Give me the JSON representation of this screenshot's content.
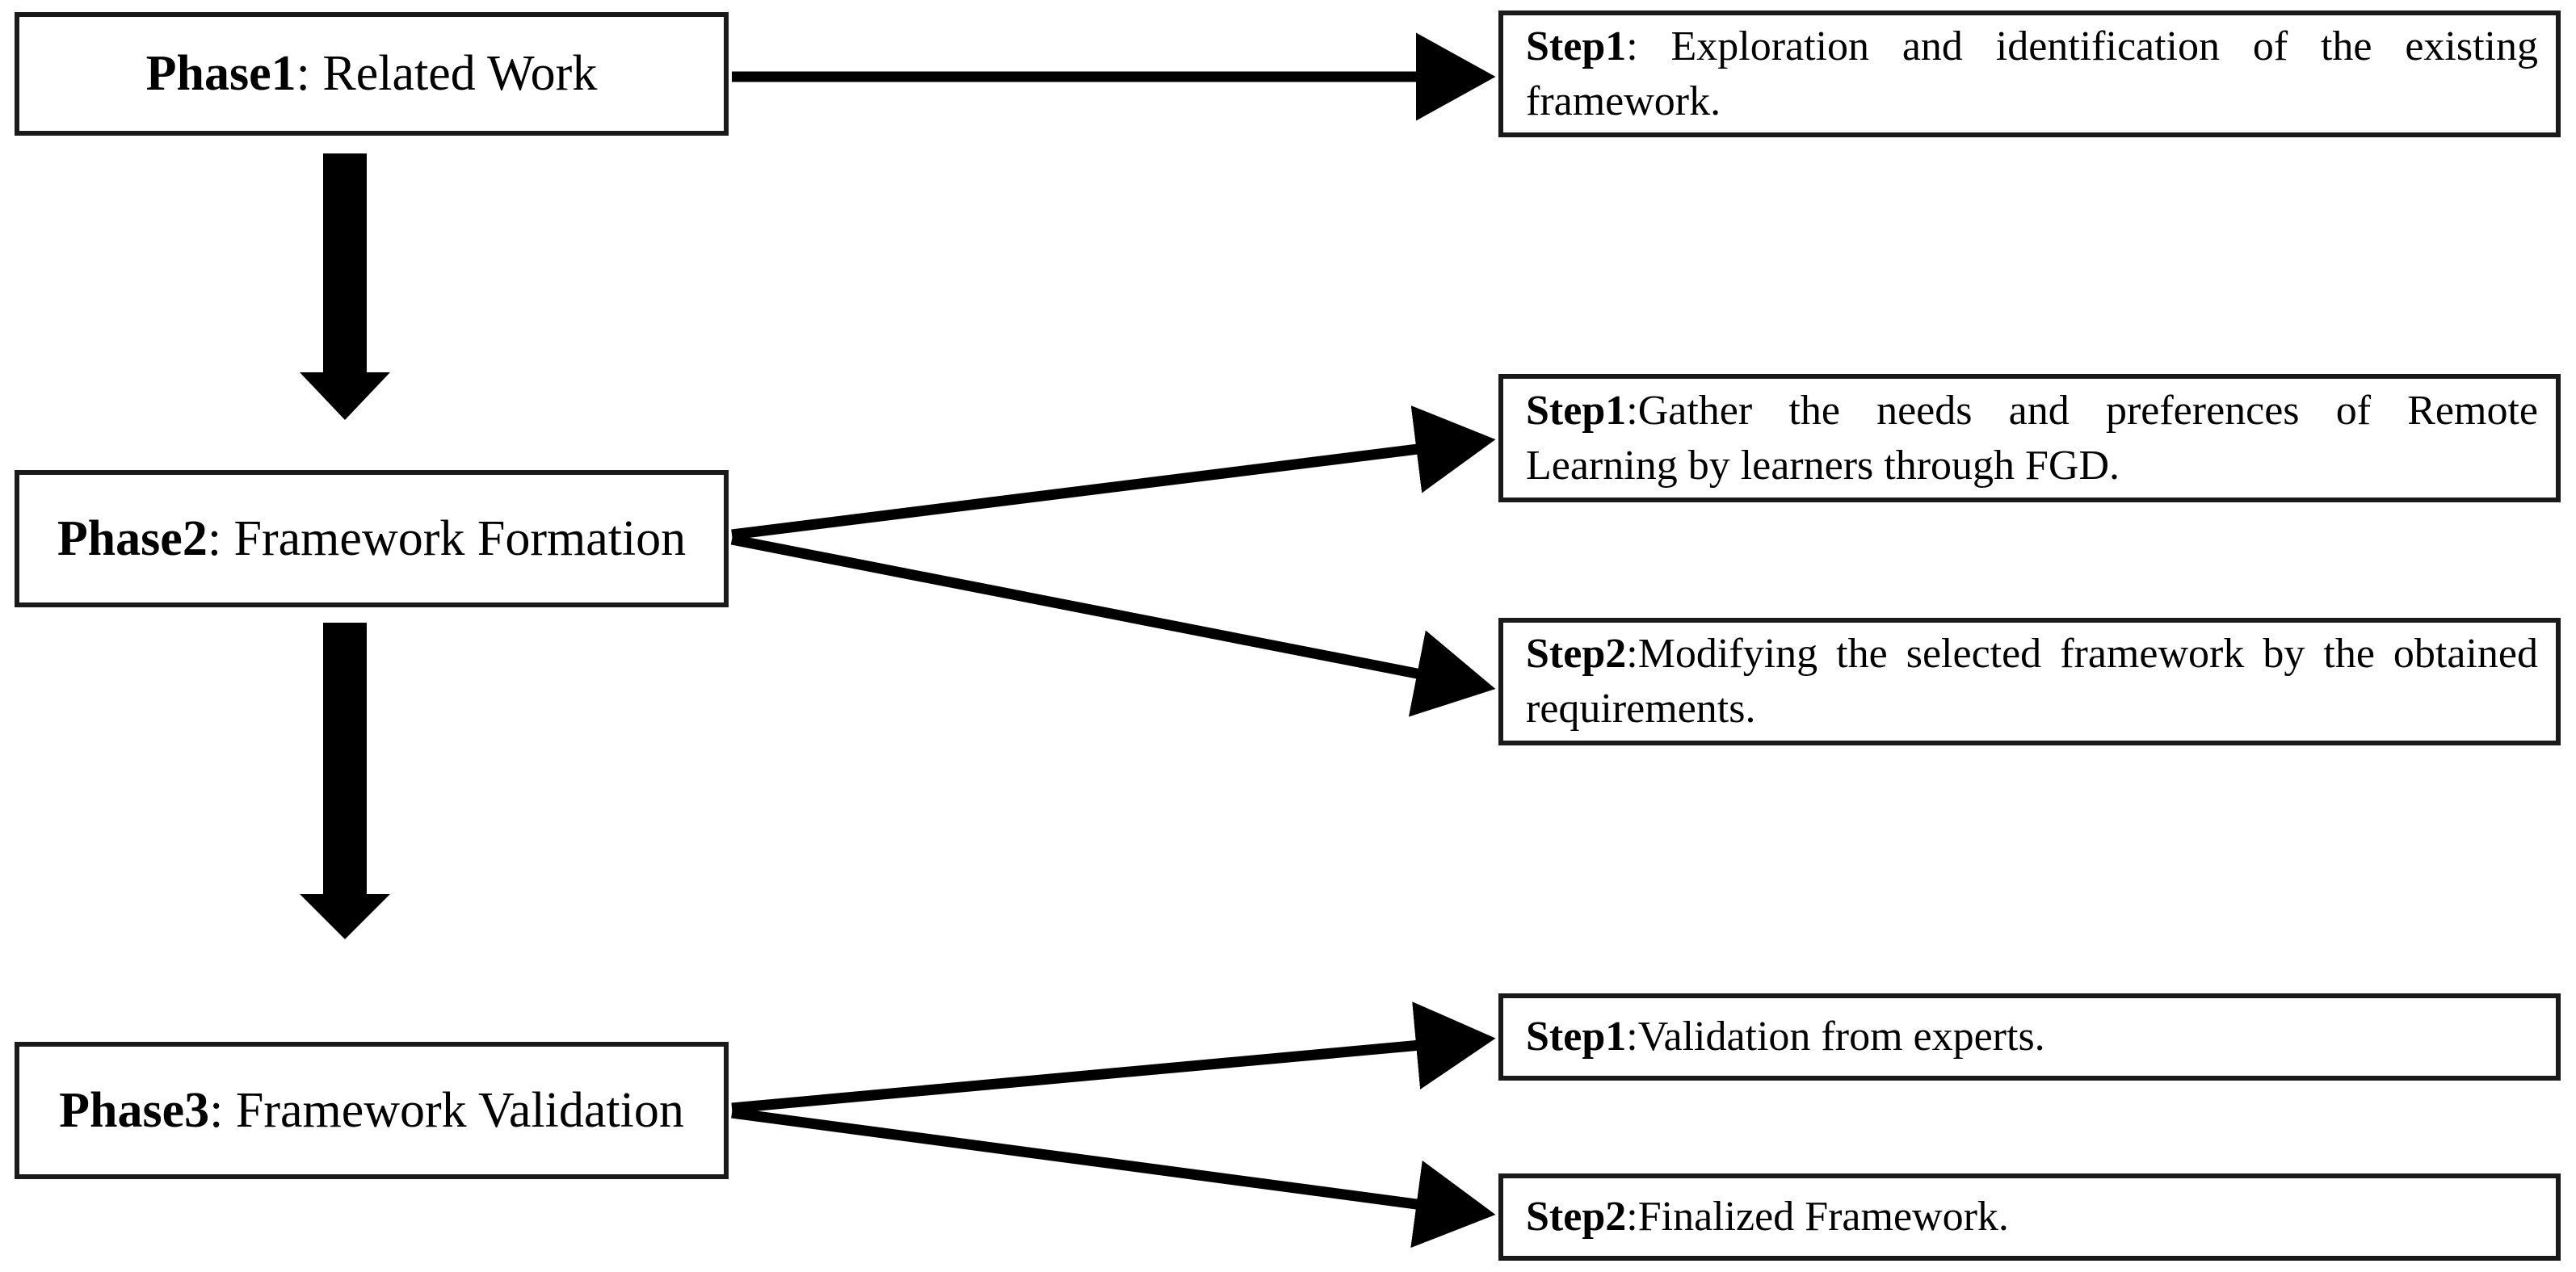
{
  "diagram": {
    "colors": {
      "background": "#ffffff",
      "box_fill": "#ffffff",
      "box_border": "#1a1a1a",
      "arrow": "#000000"
    },
    "phases": [
      {
        "label_bold": "Phase1",
        "label_rest": ": Related Work",
        "steps": [
          {
            "label_bold": "Step1",
            "label_rest": ": Exploration and identification of the existing framework."
          }
        ]
      },
      {
        "label_bold": "Phase2",
        "label_rest": ": Framework Formation",
        "steps": [
          {
            "label_bold": "Step1",
            "label_rest": ":Gather the needs and preferences of Remote Learning by learners through FGD."
          },
          {
            "label_bold": "Step2",
            "label_rest": ":Modifying the selected framework by the obtained requirements."
          }
        ]
      },
      {
        "label_bold": "Phase3",
        "label_rest": ": Framework Validation",
        "steps": [
          {
            "label_bold": "Step1",
            "label_rest": ":Validation from experts."
          },
          {
            "label_bold": "Step2",
            "label_rest": ":Finalized Framework."
          }
        ]
      }
    ]
  }
}
